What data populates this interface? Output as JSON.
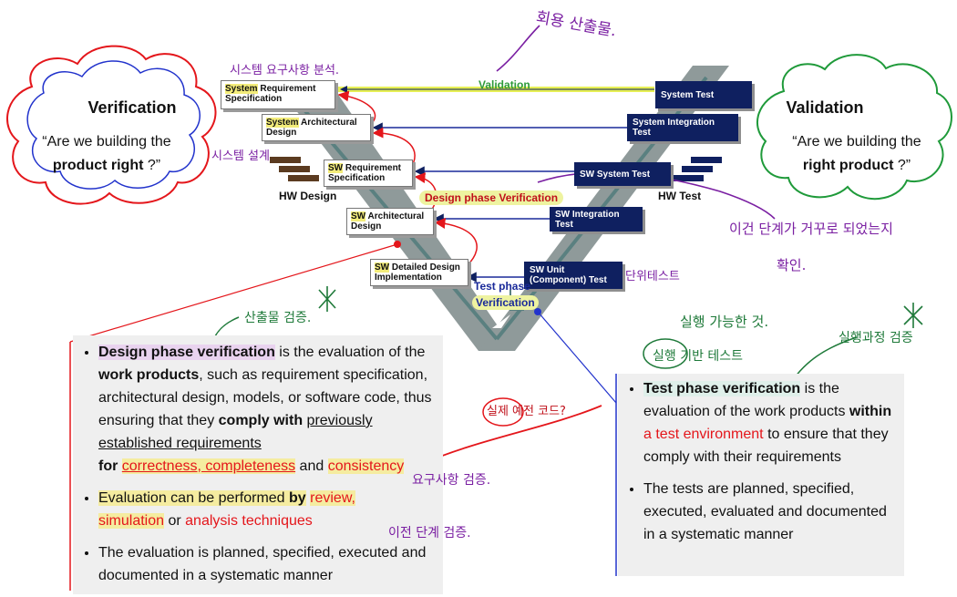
{
  "left_boxes": [
    {
      "hl": "System",
      "rest": " Requirement",
      "line2": "Specification"
    },
    {
      "hl": "System",
      "rest": " Architectural",
      "line2": "Design"
    },
    {
      "hl": "SW",
      "rest": " Requirement",
      "line2": "Specification"
    },
    {
      "hl": "SW",
      "rest": " Architectural",
      "line2": "Design"
    },
    {
      "hl": "SW",
      "rest": " Detailed Design",
      "line2": "Implementation"
    }
  ],
  "right_boxes": [
    {
      "line1": "System Test",
      "line2": ""
    },
    {
      "line1": "System Integration",
      "line2": "Test"
    },
    {
      "line1": "SW System Test",
      "line2": ""
    },
    {
      "line1": "SW Integration Test",
      "line2": ""
    },
    {
      "line1": "SW Unit",
      "line2": "(Component) Test"
    }
  ],
  "labels": {
    "validation": "Validation",
    "design_phase_verification": "Design phase Verification",
    "test_phase_1": "Test phase",
    "test_phase_2": "Verification",
    "hw_design": "HW Design",
    "hw_test": "HW Test"
  },
  "cloud_left": {
    "title": "Verification",
    "q1": "“Are we building the",
    "q2_bold": "product right",
    "q2_end": " ?”"
  },
  "cloud_right": {
    "title": "Validation",
    "q1": "“Are we building the",
    "q2_bold": "right product",
    "q2_end": " ?”"
  },
  "left_panel": {
    "b1": {
      "t1": "Design phase verification",
      "t2": " is the evaluation of the ",
      "t3": "work products",
      "t4": ", such as requirement specification, architectural design, models, or software code, thus ensuring that they ",
      "t5": "comply with",
      "t6": " ",
      "t7": "previously established requirements",
      "t8": "for",
      "t9": " ",
      "t10": "correctness, completeness",
      "t11": " and ",
      "t12": "consistency"
    },
    "b2": {
      "t1": "Evaluation can be performed ",
      "t2": "by",
      "t3": " ",
      "t4": "review,",
      "t5": "simulation",
      "t6": " or ",
      "t7": "analysis techniques"
    },
    "b3": {
      "t1": "The evaluation is planned, specified, executed and documented in a systematic manner"
    }
  },
  "right_panel": {
    "b1": {
      "t1": "Test phase verification",
      "t2": " is the evaluation of the work products ",
      "t3": "within",
      "t4": " ",
      "t5": "a test environment",
      "t6": " to ensure that they comply with their requirements"
    },
    "b2": {
      "t1": "The tests are planned, specified, executed, evaluated and documented in a systematic manner"
    }
  },
  "handwriting": {
    "top": "회용 산출물.",
    "left_top": "시스템 요구사항 분석.",
    "left_mid": "시스템 설계",
    "right_mid_1": "이건 단계가 거꾸로 되었는지",
    "right_mid_2": "확인.",
    "unit": "단위테스트",
    "left_panel_note": "산출물 검증.",
    "right_panel_note_1": "실행 가능한 것.",
    "right_panel_note_2": "실행 기반 테스트",
    "right_panel_note_3": "실행과정 검증",
    "red_note": "실제 예전 코드?",
    "note_1": "요구사항 검증.",
    "note_3": "이전 단계 검증."
  },
  "colors": {
    "navy": "#0f2060",
    "validation_line": "#e6ef55",
    "arrow_red": "#e4161b",
    "ink": "#7a1fa2",
    "cloud_left": "#e4161b",
    "cloud_left_inner": "#2233cc",
    "cloud_right": "#1f9a3a"
  }
}
